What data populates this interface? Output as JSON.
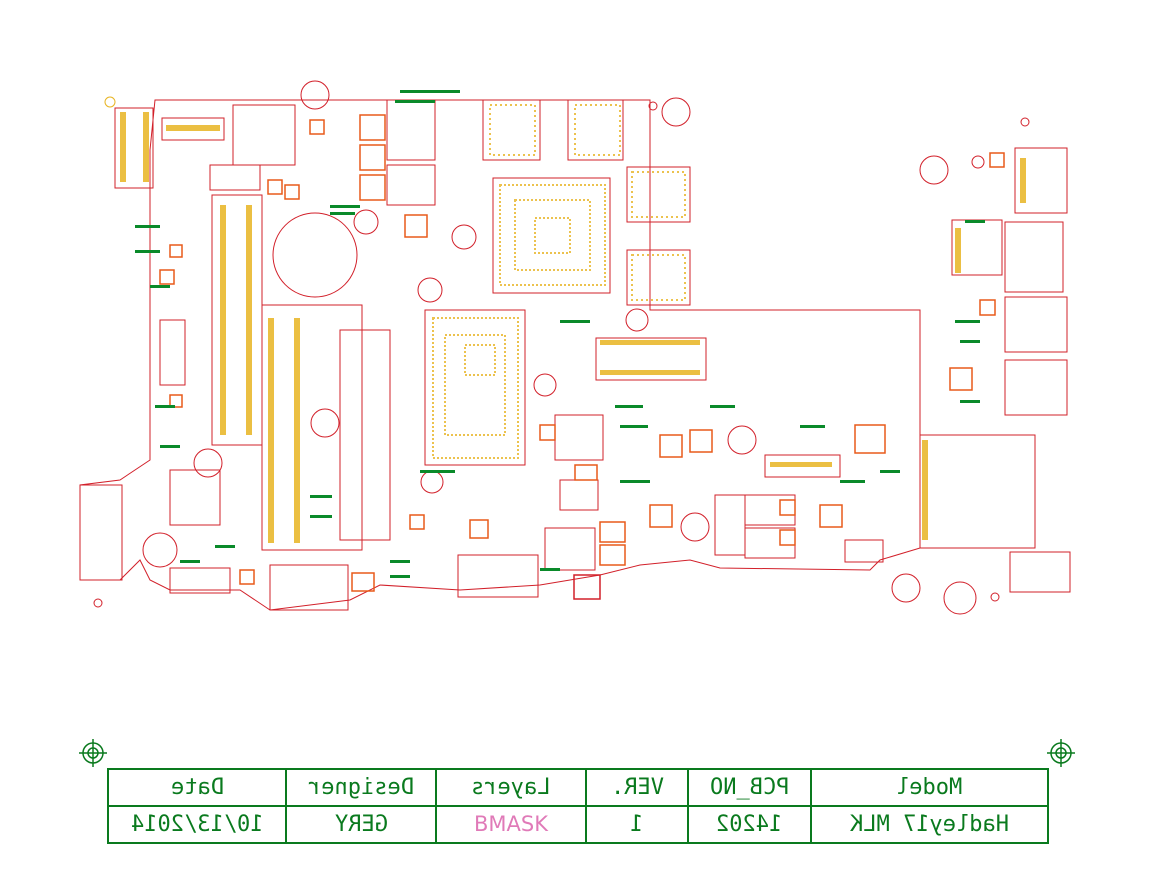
{
  "title_block": {
    "headers": [
      "Date",
      "Designer",
      "Layers",
      "VER.",
      "PCB_NO",
      "Model"
    ],
    "values": [
      "10/13/2014",
      "GERY",
      "BMASK",
      "1",
      "14202",
      "Hadley17 MLK"
    ]
  },
  "colors": {
    "board_outline": "#d2202a",
    "silkscreen": "#0a8a2a",
    "pads": "#e8b422",
    "table_lines": "#0a7a1e",
    "layer_highlight": "#e07ab8"
  },
  "icons": [
    "fiducial-target-icon"
  ]
}
